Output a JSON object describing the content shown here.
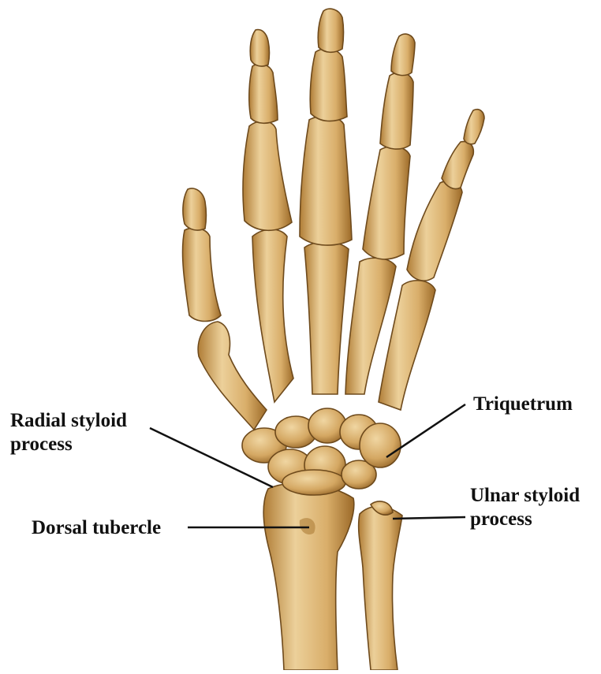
{
  "colors": {
    "background": "#ffffff",
    "bone_light": "#ecd09a",
    "bone_mid": "#d9ae6a",
    "bone_dark": "#a8762f",
    "bone_outline": "#6e4a1c",
    "label_text": "#111111",
    "leader_line": "#111111"
  },
  "labels": {
    "radial_styloid": {
      "line1": "Radial styloid",
      "line2": "process"
    },
    "dorsal_tubercle": "Dorsal tubercle",
    "triquetrum": "Triquetrum",
    "ulnar_styloid": {
      "line1": "Ulnar styloid",
      "line2": "process"
    }
  },
  "figure": {
    "subject": "hand-skeleton-dorsal-view"
  }
}
